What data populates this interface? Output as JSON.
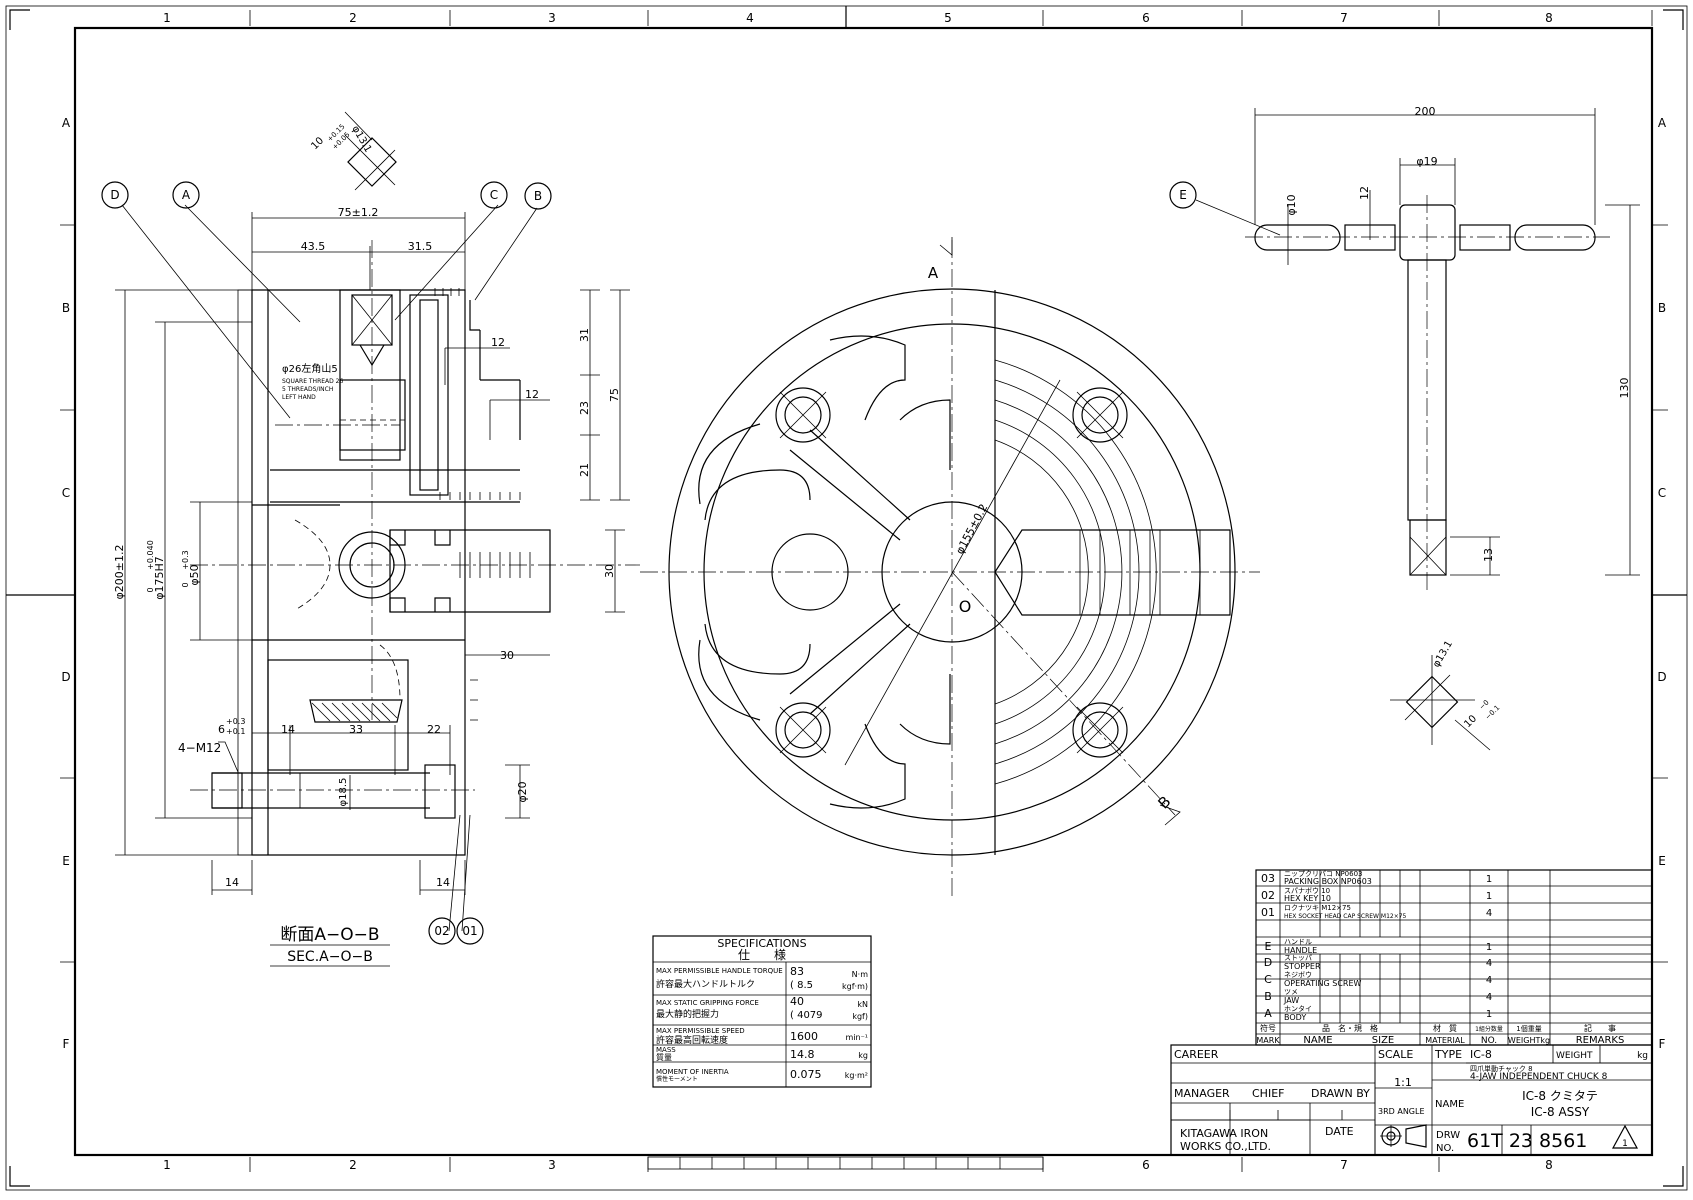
{
  "border": {
    "columns": [
      "1",
      "2",
      "3",
      "4",
      "5",
      "6",
      "7",
      "8"
    ],
    "rows": [
      "A",
      "B",
      "C",
      "D",
      "E",
      "F"
    ]
  },
  "section_view": {
    "title_jp": "断面A−O−B",
    "title_en": "SEC.A−O−B",
    "balloons": [
      "D",
      "A",
      "C",
      "B"
    ],
    "part_balloons": [
      "02",
      "01"
    ],
    "dims": {
      "overall_w": "75±1.2",
      "w1": "43.5",
      "w2": "31.5",
      "d12a": "12",
      "d12b": "12",
      "h31": "31",
      "h23": "23",
      "h21": "21",
      "h75": "75",
      "h30": "30",
      "w30": "30",
      "d200": "φ200±1.2",
      "d175": "φ175H7",
      "d175_tol_up": "+0.040",
      "d175_tol_lo": "0",
      "d50": "φ50",
      "d50_tol_up": "+0.3",
      "d50_tol_lo": "0",
      "thread_label": "4−M12",
      "w6": "6",
      "w6_tol_up": "+0.3",
      "w6_tol_lo": "+0.1",
      "w14": "14",
      "w33": "33",
      "w22": "22",
      "d18_5": "φ18.5",
      "d20": "φ20",
      "w14b": "14",
      "w14c": "14"
    },
    "thread_note": {
      "jp": "φ26左角山5",
      "line1": "SQUARE THREAD 26",
      "line2": "5 THREADS/INCH",
      "line3": "LEFT HAND"
    },
    "square_detail": {
      "d13_1": "φ13.1",
      "w10": "10",
      "w10_tol_up": "+0.15",
      "w10_tol_lo": "+0.05"
    }
  },
  "front_view": {
    "label_a": "A",
    "label_b": "B",
    "center": "O",
    "dim_155": "φ155±0.2"
  },
  "handle_view": {
    "balloon": "E",
    "dims": {
      "w200": "200",
      "d19": "φ19",
      "d10": "φ10",
      "w12": "12",
      "h130": "130",
      "h13": "13",
      "d13_1": "φ13.1",
      "w10": "10",
      "w10_tol_up": "−0",
      "w10_tol_lo": "−0.1"
    }
  },
  "specifications": {
    "title_en": "SPECIFICATIONS",
    "title_jp": "仕　　様",
    "rows": [
      {
        "en": "MAX PERMISSIBLE HANDLE TORQUE",
        "jp": "許容最大ハンドルトルク",
        "v1": "83",
        "v2": "( 8.5",
        "u1": "N·m",
        "u2": "kgf·m)"
      },
      {
        "en": "MAX STATIC GRIPPING FORCE",
        "jp": "最大静的把握力",
        "v1": "40",
        "v2": "( 4079",
        "u1": "kN",
        "u2": "kgf)"
      },
      {
        "en": "MAX PERMISSIBLE SPEED",
        "jp": "許容最高回転速度",
        "v1": "1600",
        "v2": "",
        "u1": "min⁻¹",
        "u2": ""
      },
      {
        "en": "MASS",
        "jp": "質量",
        "v1": "14.8",
        "v2": "",
        "u1": "kg",
        "u2": ""
      },
      {
        "en": "MOMENT OF INERTIA",
        "jp": "慣性モーメント",
        "v1": "0.075",
        "v2": "",
        "u1": "kg·m²",
        "u2": ""
      }
    ]
  },
  "parts_list": {
    "rows": [
      {
        "mark": "03",
        "jp": "ニップクリパコ NP0603",
        "en": "PACKING BOX NP0603",
        "qty": "1"
      },
      {
        "mark": "02",
        "jp": "スパナボウ 10",
        "en": "HEX KEY 10",
        "qty": "1"
      },
      {
        "mark": "01",
        "jp": "ロクナツキ M12×75",
        "en": "HEX SOCKET HEAD CAP SCREW M12×75",
        "qty": "4"
      },
      {
        "mark": "E",
        "jp": "ハンドル",
        "en": "HANDLE",
        "qty": "1"
      },
      {
        "mark": "D",
        "jp": "ストッパ",
        "en": "STOPPER",
        "qty": "4"
      },
      {
        "mark": "C",
        "jp": "ネジボウ",
        "en": "OPERATING SCREW",
        "qty": "4"
      },
      {
        "mark": "B",
        "jp": "ツメ",
        "en": "JAW",
        "qty": "4"
      },
      {
        "mark": "A",
        "jp": "ホンタイ",
        "en": "BODY",
        "qty": "1"
      }
    ],
    "header_jp": {
      "mark": "符号",
      "name": "品　名・規　格",
      "material": "材　質",
      "qty": "1組分数量",
      "weight": "1個重量",
      "remarks": "記　　事"
    },
    "header_en": {
      "mark": "MARK",
      "name": "NAME",
      "size": "SIZE",
      "material": "MATERIAL",
      "qty": "NO.",
      "weight": "WEIGHTkg",
      "remarks": "REMARKS"
    }
  },
  "title_block": {
    "career": "CAREER",
    "scale_label": "SCALE",
    "scale": "1:1",
    "type_label": "TYPE",
    "type": "IC-8",
    "weight_label": "WEIGHT",
    "weight_unit": "kg",
    "name_label": "NAME",
    "name_jp": "四爪単動チャック 8",
    "name_en": "4-JAW INDEPENDENT CHUCK 8",
    "name2_jp": "IC-8 クミタテ",
    "name2_en": "IC-8 ASSY",
    "manager": "MANAGER",
    "chief": "CHIEF",
    "drawn_by": "DRAWN BY",
    "date": "DATE",
    "projection": "3RD ANGLE",
    "company1": "KITAGAWA IRON",
    "company2": "WORKS CO.,LTD.",
    "drw_label1": "DRW",
    "drw_label2": "NO.",
    "drw_no": "61T 23 8561",
    "rev": "1"
  }
}
